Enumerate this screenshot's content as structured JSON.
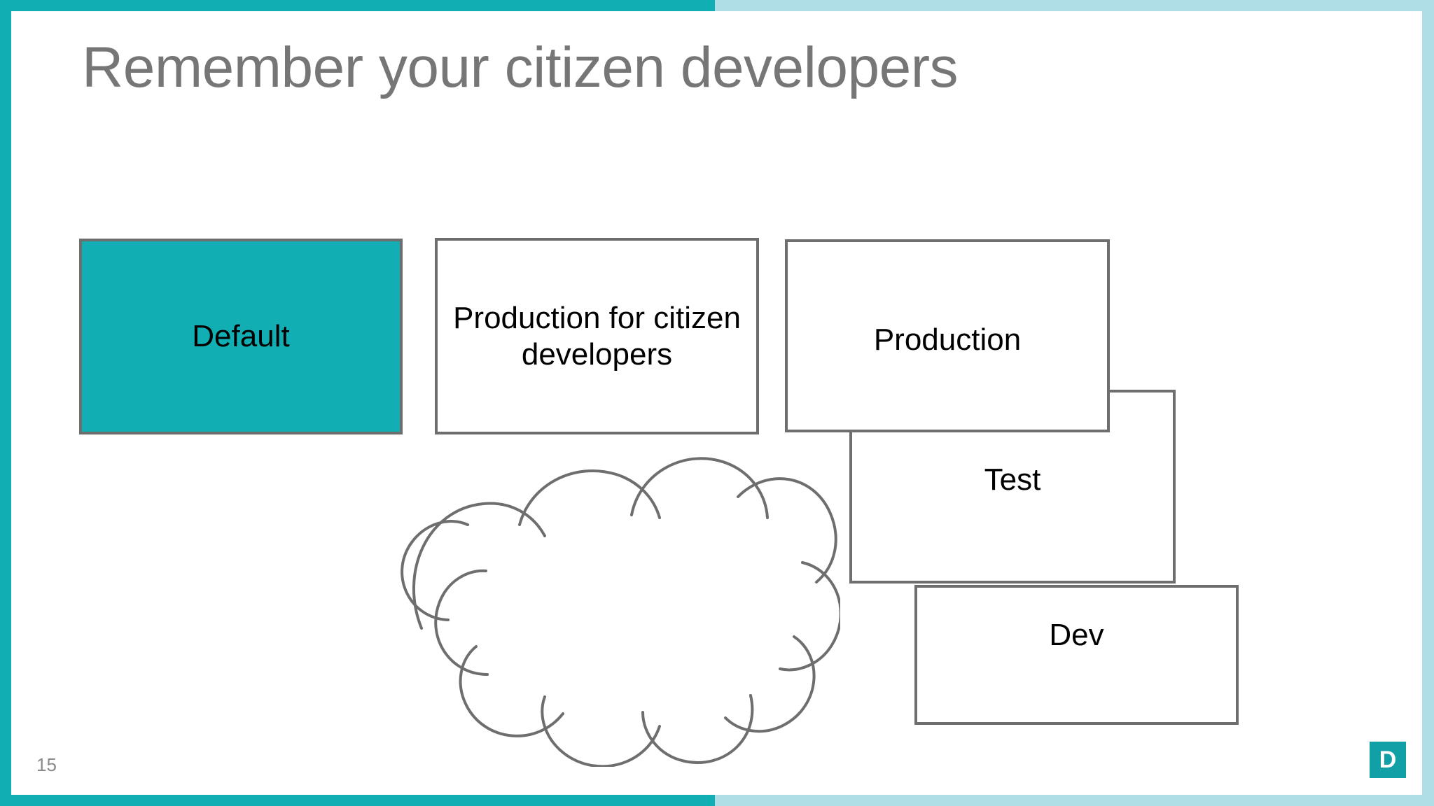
{
  "slide": {
    "title": "Remember your citizen developers",
    "page_number": "15",
    "logo_letter": "D"
  },
  "colors": {
    "teal": "#11AEB4",
    "light_blue": "#B0DEE6",
    "box_stroke": "#6E6E6E",
    "title_gray": "#767676",
    "logo_teal": "#11A0A6",
    "page_number_gray": "#8A8A8A"
  },
  "diagram": {
    "boxes": [
      {
        "id": "default",
        "label": "Default",
        "filled": true
      },
      {
        "id": "production-citizen",
        "label": "Production for citizen developers",
        "filled": false
      },
      {
        "id": "production",
        "label": "Production",
        "filled": false
      },
      {
        "id": "test",
        "label": "Test",
        "filled": false
      },
      {
        "id": "dev",
        "label": "Dev",
        "filled": false
      }
    ],
    "cloud": {
      "label": ""
    }
  }
}
